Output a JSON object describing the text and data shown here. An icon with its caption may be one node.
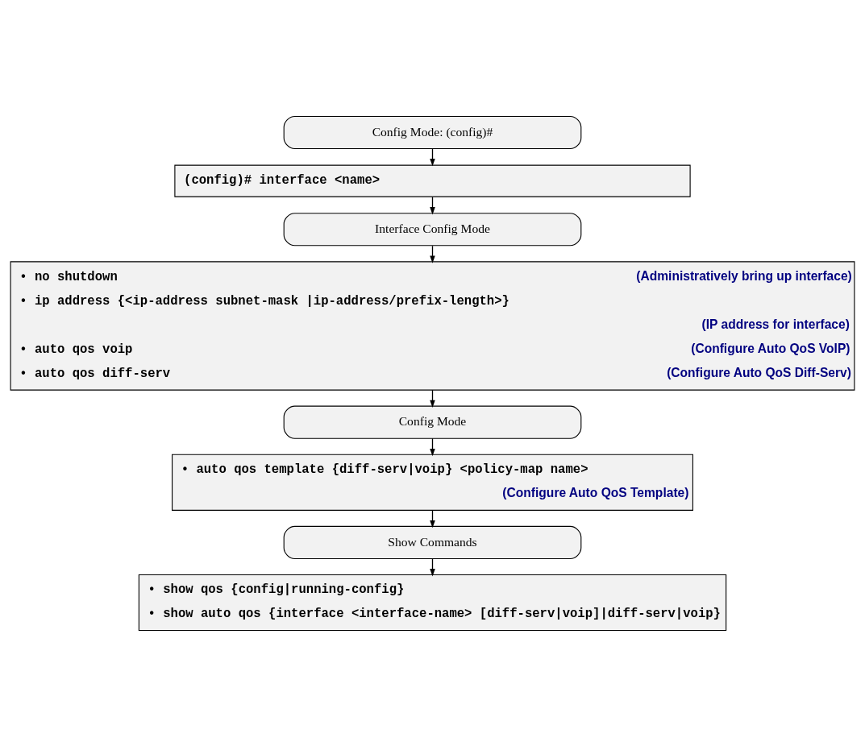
{
  "diagram": {
    "nodes": [
      {
        "text": [
          "Config Mode: (config)#"
        ]
      },
      {
        "text": [
          "(config)# interface <name>"
        ]
      },
      {
        "text": [
          "Interface Config Mode"
        ]
      },
      {
        "text": [
          "• no shutdown",
          "(Administratively bring up interface)",
          "• ip address {<ip-address subnet-mask |ip-address/prefix-length>}",
          "(IP address for interface)",
          "• auto qos voip",
          "(Configure Auto QoS VoIP)",
          "• auto qos diff-serv",
          "(Configure Auto QoS Diff-Serv)"
        ]
      },
      {
        "text": [
          "Config Mode"
        ]
      },
      {
        "text": [
          "• auto qos template {diff-serv|voip} <policy-map name>",
          "(Configure Auto QoS Template)"
        ]
      },
      {
        "text": [
          "Show Commands"
        ]
      },
      {
        "text": [
          "• show qos {config|running-config}",
          "• show auto qos {interface <interface-name> [diff-serv|voip]|diff-serv|voip}"
        ]
      }
    ],
    "edges": [
      {
        "from": 0,
        "to": 1,
        "arrow": "to"
      },
      {
        "from": 1,
        "to": 2,
        "arrow": "to"
      },
      {
        "from": 2,
        "to": 3,
        "arrow": "to"
      },
      {
        "from": 3,
        "to": 4,
        "arrow": "to"
      },
      {
        "from": 4,
        "to": 5,
        "arrow": "to"
      },
      {
        "from": 5,
        "to": 6,
        "arrow": "to"
      },
      {
        "from": 6,
        "to": 7,
        "arrow": "to"
      }
    ]
  }
}
